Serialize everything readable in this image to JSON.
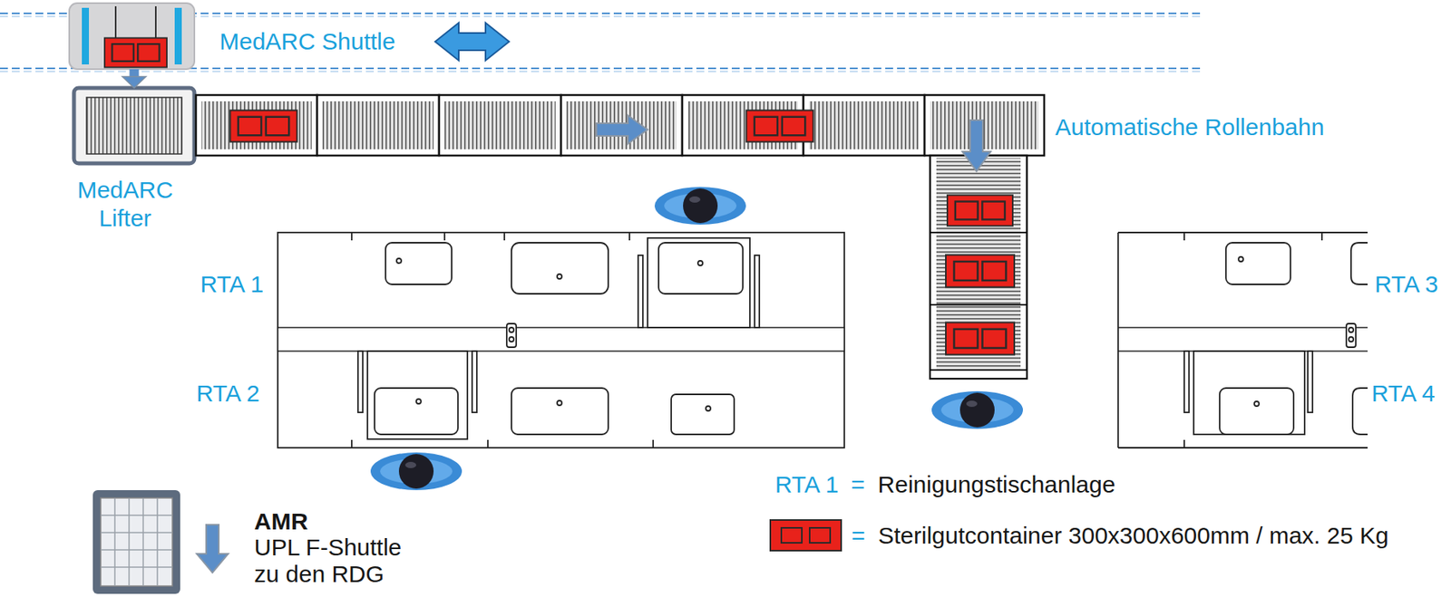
{
  "diagram": {
    "nodes": [
      {
        "text": [
          "MedARC Shuttle"
        ]
      },
      {
        "text": [
          "MedARC Lifter"
        ]
      },
      {
        "text": [
          "Automatische Rollenbahn"
        ]
      },
      {
        "text": [
          "RTA 1"
        ]
      },
      {
        "text": [
          "RTA 2"
        ]
      },
      {
        "text": [
          "RTA 3"
        ]
      },
      {
        "text": [
          "RTA 4"
        ]
      },
      {
        "text": [
          "AMR",
          "UPL F-Shuttle zu den RDG"
        ]
      }
    ],
    "edges": [
      {
        "from": 0,
        "to": 1,
        "arrow": "to"
      }
    ],
    "labels": [
      "RTA 1",
      "=",
      "Reinigungstischanlage",
      "="
    ],
    "legend": [
      {
        "text": "Sterilgutcontainer 300x300x600mm / max. 25 Kg",
        "color": "#e8221b"
      }
    ]
  }
}
